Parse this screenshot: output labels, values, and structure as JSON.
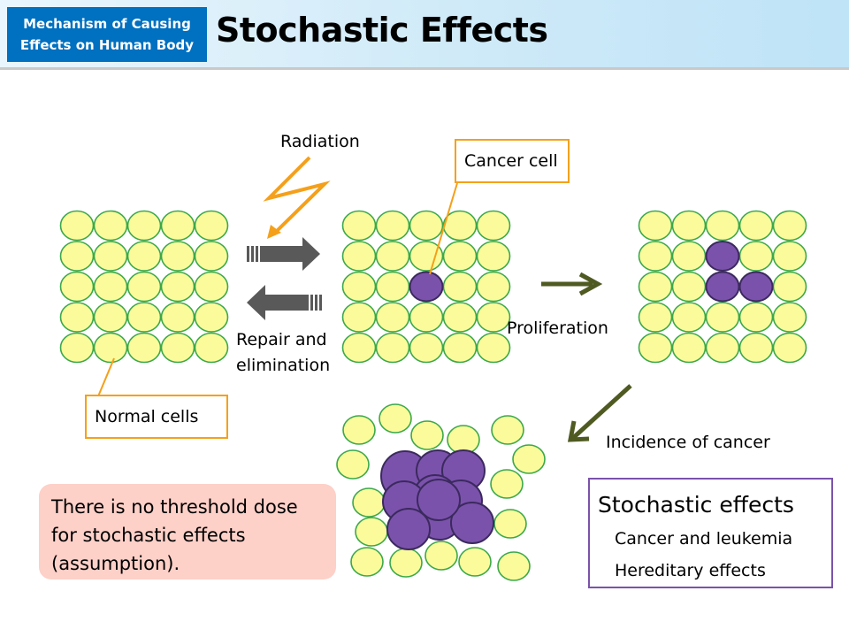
{
  "header": {
    "badge_line1": "Mechanism  of Causing",
    "badge_line2": "Effects on Human Body",
    "title": "Stochastic Effects"
  },
  "diagram": {
    "radiation": "Radiation",
    "cancer_cell": "Cancer cell",
    "repair_line1": "Repair and",
    "repair_line2": "elimination",
    "proliferation": "Proliferation",
    "normal_cells": "Normal cells",
    "incidence": "Incidence of cancer"
  },
  "note": {
    "text": "There is no threshold dose for stochastic effects (assumption)."
  },
  "effects_box": {
    "title": "Stochastic effects",
    "items": [
      "Cancer and leukemia",
      "Hereditary effects"
    ]
  },
  "colors": {
    "normal_cell_fill": "#fbfb9b",
    "normal_cell_stroke": "#3aa84a",
    "cancer_cell_fill": "#7b52ab",
    "callout_border": "#f5a01a",
    "arrow_gray": "#595959",
    "arrow_olive": "#4f5a22",
    "badge_bg": "#0070c0"
  }
}
